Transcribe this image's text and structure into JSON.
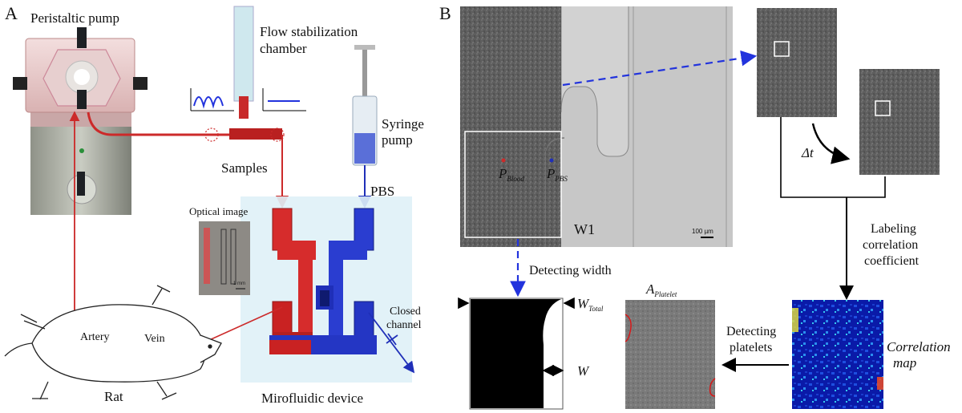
{
  "panel_a": {
    "letter": "A",
    "peristaltic_pump": "Peristaltic pump",
    "flow_chamber_line1": "Flow stabilization",
    "flow_chamber_line2": "chamber",
    "syringe_line1": "Syringe",
    "syringe_line2": "pump",
    "samples": "Samples",
    "pbs": "PBS",
    "optical_image": "Optical image",
    "optical_scale": "1 mm",
    "artery": "Artery",
    "vein": "Vein",
    "rat": "Rat",
    "closed_line1": "Closed",
    "closed_line2": "channel",
    "device": "Mirofluidic device"
  },
  "panel_b": {
    "letter": "B",
    "p_blood_main": "P",
    "p_blood_sub": "Blood",
    "p_pbs_main": "P",
    "p_pbs_sub": "PBS",
    "chip_mark": "W1",
    "scale_bar": "100 µm",
    "delta_t": "Δt",
    "labeling_line1": "Labeling",
    "labeling_line2": "correlation",
    "labeling_line3": "coefficient",
    "detecting_width": "Detecting width",
    "w_total_main": "W",
    "w_total_sub": "Total",
    "w": "W",
    "a_platelet_main": "A",
    "a_platelet_sub": "Platelet",
    "detecting_platelets_line1": "Detecting",
    "detecting_platelets_line2": "platelets",
    "corr_map_line1": "Correlation",
    "corr_map_line2": "map"
  },
  "colors": {
    "blood_red": "#cc2a2a",
    "pbs_blue": "#1f2fb8",
    "dashed_blue": "#2233dd",
    "device_bg": "#dff1f7"
  }
}
